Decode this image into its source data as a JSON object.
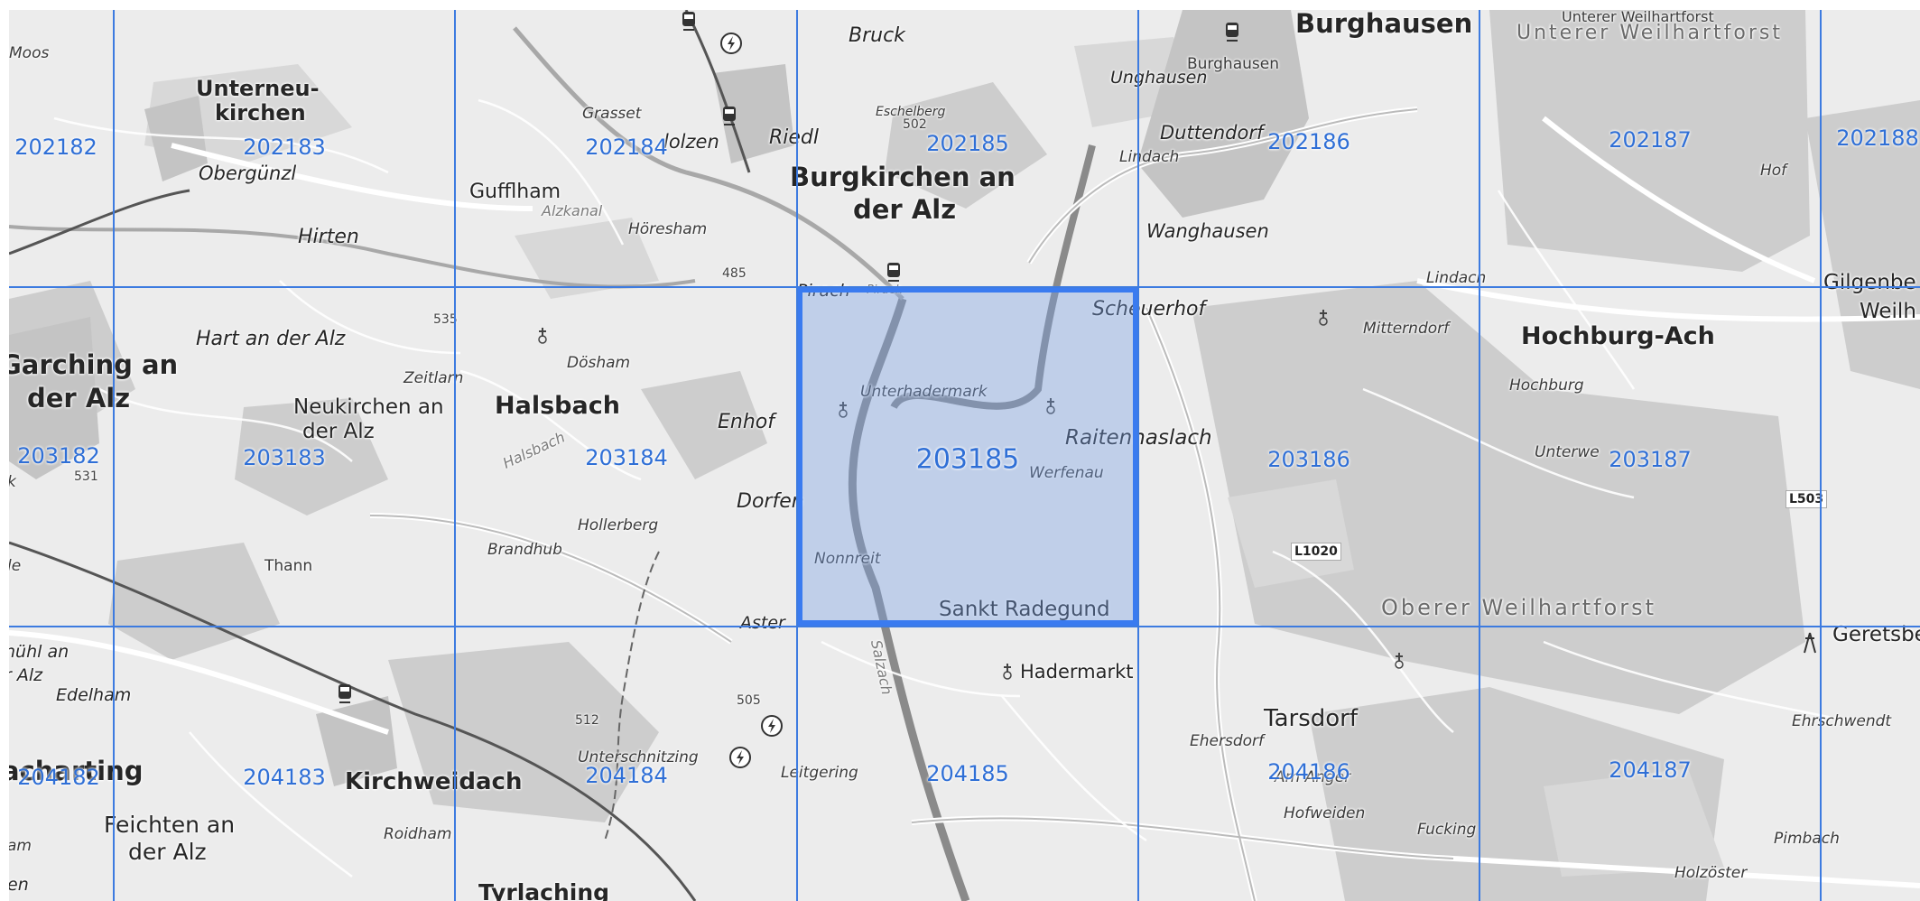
{
  "map": {
    "colors": {
      "grid": "#3d7be0",
      "selection_border": "#3a7bf0",
      "selection_fill": "#78a0e6",
      "cell_label": "#2f6fd6"
    },
    "selected_cell": "203185",
    "cells": {
      "row1": [
        "202182",
        "202183",
        "202184",
        "202185",
        "202186",
        "202187",
        "202188"
      ],
      "row2": [
        "203182",
        "203183",
        "203184",
        "203185",
        "203186",
        "203187"
      ],
      "row3": [
        "204182",
        "204183",
        "204184",
        "204185",
        "204186",
        "204187"
      ]
    },
    "places": {
      "burghausen": "Burghausen",
      "burghausen_small": "Burghausen",
      "unterer_weilhartforst_top": "Unterer Weilhartforst",
      "unterer_weilhartforst": "Unterer Weilhartforst",
      "bruck": "Bruck",
      "unghausen": "Unghausen",
      "duttendorf": "Duttendorf",
      "lindach1": "Lindach",
      "wanghausen": "Wanghausen",
      "lindach2": "Lindach",
      "hof": "Hof",
      "gilgenberg": "Gilgenbe",
      "weilh": "Weilh",
      "moos": "Moos",
      "unterneukirchen_1": "Unterneu-",
      "unterneukirchen_2": "kirchen",
      "obergunzl": "Obergünzl",
      "grasset": "Grasset",
      "holzen": "lolzen",
      "riedl": "Riedl",
      "eschelberg": "Eschelberg",
      "elev_502": "502",
      "burgkirchen_1": "Burgkirchen an",
      "burgkirchen_2": "der Alz",
      "gufflham": "Gufflham",
      "alzkanal": "Alzkanal",
      "hiirten": "Hirten",
      "horesham": "Höresham",
      "elev_485": "485",
      "pirach": "Pirach",
      "pirach_small": "Pirach",
      "scheuerhof": "Scheuerhof",
      "mitterndorf": "Mitterndorf",
      "hochburg_ach": "Hochburg-Ach",
      "hochburg": "Hochburg",
      "garching_1": "Garching an",
      "garching_2": "der Alz",
      "hart": "Hart an der Alz",
      "elev_535": "535",
      "zeitlarn": "Zeitlarn",
      "dosham": "Dösham",
      "neukirchen_1": "Neukirchen an",
      "neukirchen_2": "der Alz",
      "halsbach": "Halsbach",
      "halsbach_water": "Halsbach",
      "enhof": "Enhof",
      "unterhadermark": "Unterhadermark",
      "raitenhaslach": "Raitenhaslach",
      "werfenau": "Werfenau",
      "unterwe": "Unterwe",
      "elev_531": "531",
      "dorfen": "Dorfen",
      "hollerberg": "Hollerberg",
      "brandhub": "Brandhub",
      "thann": "Thann",
      "nonnreit": "Nonnreit",
      "sankt_radegund": "Sankt Radegund",
      "oberer_weilhartforst": "Oberer Weilhartforst",
      "geretsberg": "Geretsber",
      "muhl_1": "nühl an",
      "muhl_2": "r Alz",
      "edelham": "Edelham",
      "aster": "Aster",
      "hadermarkt": "Hadermarkt",
      "salzach": "Salzach",
      "elev_505": "505",
      "tarsdorf": "Tarsdorf",
      "ehersdorf": "Ehersdorf",
      "am_anger": "Am Anger",
      "ehrschwendt": "Ehrschwendt",
      "pacharting": "acharting",
      "kirchweidach": "Kirchweidach",
      "elev_512": "512",
      "unterschnitzing": "Unterschnitzing",
      "leitgering": "Leitgering",
      "hofweiden": "Hofweiden",
      "fucking": "Fucking",
      "pimbach": "Pimbach",
      "holzoster": "Holzöster",
      "feichten_1": "Feichten an",
      "feichten_2": "der Alz",
      "roidham": "Roidham",
      "tyrlaching": "Tyrlaching",
      "am_left": "am",
      "en_left": "en",
      "k_left": "k",
      "le_left": "le",
      "schabnach": "Salzach"
    },
    "roads": {
      "l1020": "L1020",
      "l503": "L503"
    },
    "icons": [
      "train-station-icon",
      "power-plant-icon",
      "church-icon",
      "tower-icon"
    ]
  }
}
